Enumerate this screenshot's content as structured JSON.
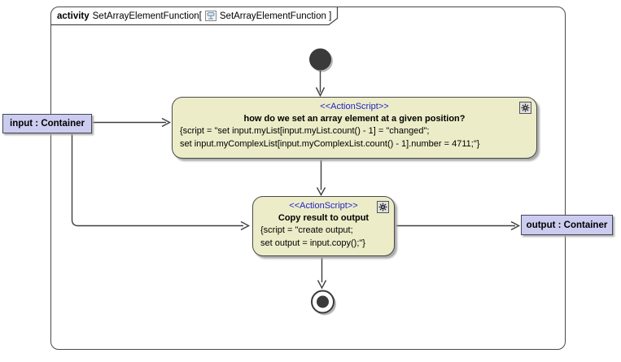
{
  "colors": {
    "frame-border": "#4a4a4a",
    "edge-color": "#3f3f3f",
    "action-fill": "#ececc8",
    "action-border": "#4a4a4a",
    "param-fill": "#ccccf0",
    "stereotype-color": "#2323c8",
    "node-dark": "#3a3a3a",
    "shadow-color": "#aaaaaa"
  },
  "frame": {
    "keyword": "activity",
    "title": "SetArrayElementFunction[",
    "diagram_ref": "SetArrayElementFunction ]",
    "icon": "activity-diagram-icon"
  },
  "nodes": {
    "action_set_array": {
      "stereotype": "<<ActionScript>>",
      "title": "how do we set an array element at a given position?",
      "script": [
        "{script = \"set input.myList[input.myList.count() - 1] = \"changed\";",
        "set input.myComplexList[input.myComplexList.count() - 1].number = 4711;\"}"
      ],
      "icon": "gear-icon"
    },
    "action_copy": {
      "stereotype": "<<ActionScript>>",
      "title": "Copy result to output",
      "script": [
        "{script = \"create output;",
        "set output = input.copy();\"}"
      ],
      "icon": "gear-icon"
    },
    "input_param": {
      "label": "input : Container"
    },
    "output_param": {
      "label": "output : Container"
    },
    "initial": {
      "label": "initial-node"
    },
    "final": {
      "label": "activity-final-node"
    }
  }
}
